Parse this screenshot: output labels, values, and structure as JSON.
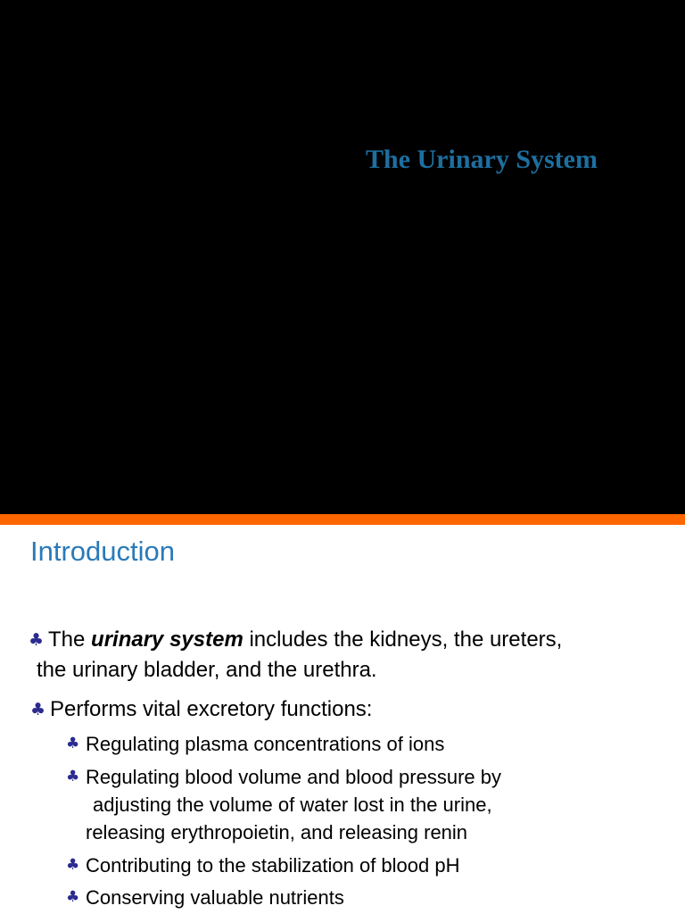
{
  "slide1": {
    "title": "The Urinary System"
  },
  "slide2": {
    "heading": "Introduction",
    "bullet_icon": "club-icon",
    "colors": {
      "heading": "#2a7ab8",
      "title": "#1e6fa0",
      "divider": "#ff6600",
      "bullet": "#2b2b8f"
    },
    "bullets": [
      {
        "pre": "The ",
        "emphasis": "urinary system",
        "post": " includes the kidneys, the ureters,",
        "line2": "the urinary bladder, and the urethra."
      },
      {
        "text": "Performs vital excretory functions:"
      }
    ],
    "sub_bullets": [
      {
        "line1": "Regulating plasma concentrations of ions"
      },
      {
        "line1": "Regulating blood volume and blood pressure by",
        "line2": "adjusting the volume of water lost in the urine,",
        "line3": "releasing erythropoietin, and releasing renin"
      },
      {
        "line1": "Contributing to the stabilization of blood pH"
      },
      {
        "line1": "Conserving valuable nutrients"
      }
    ]
  }
}
